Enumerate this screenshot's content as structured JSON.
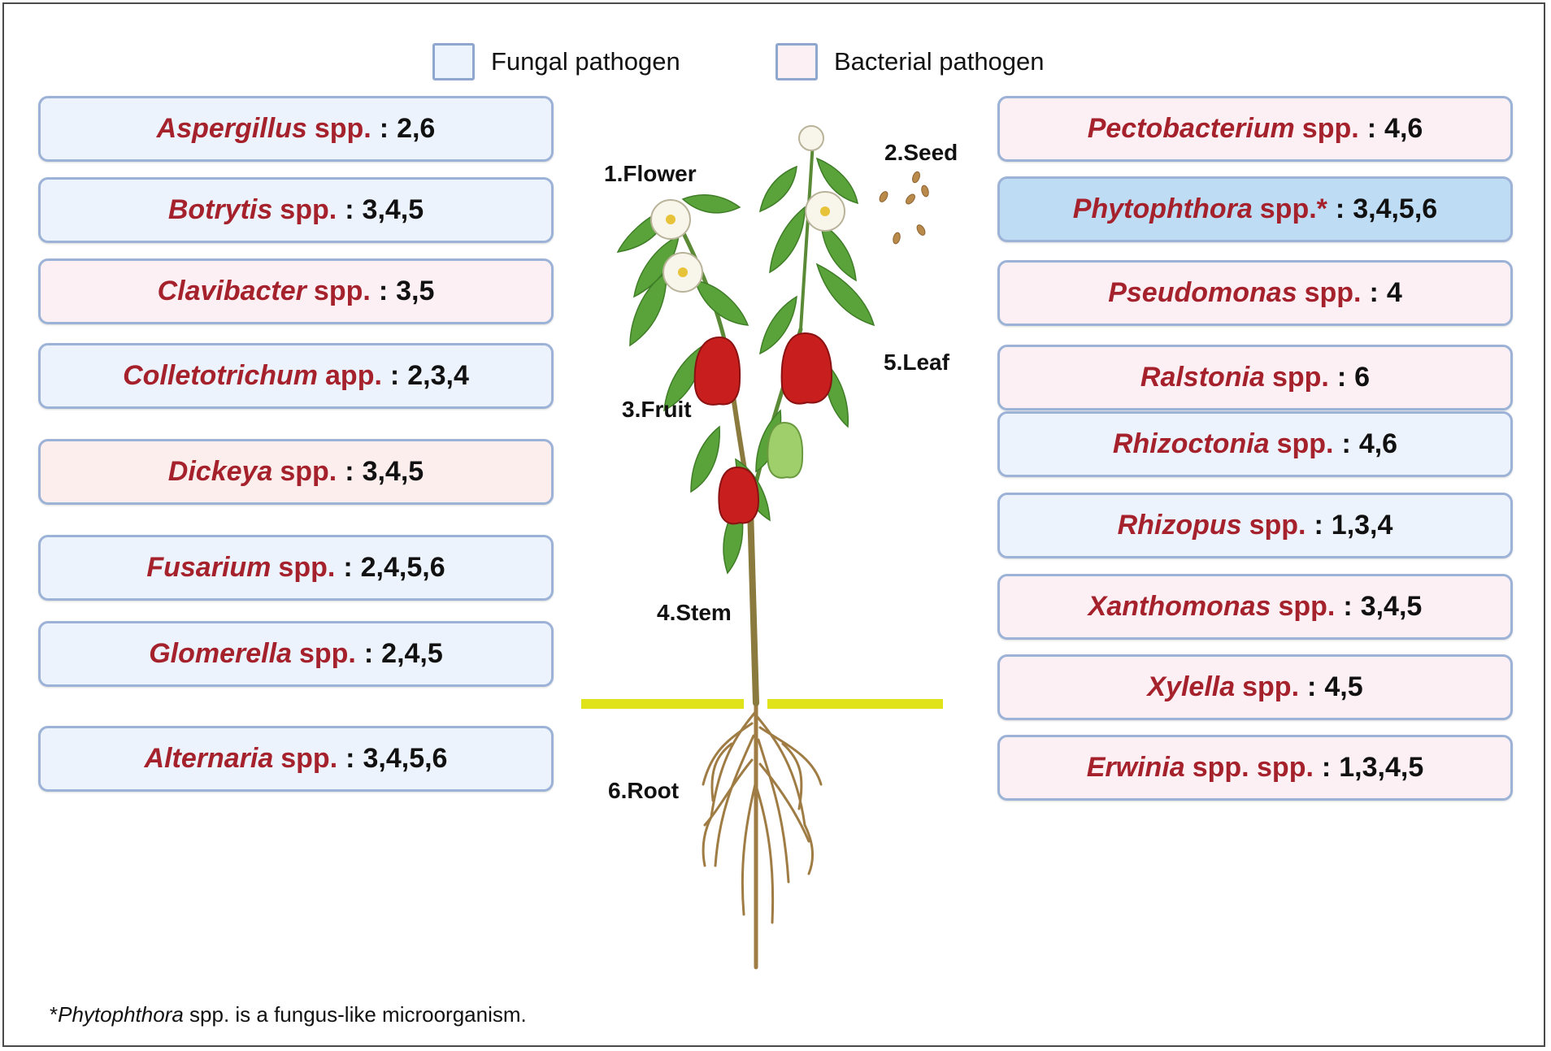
{
  "legend": {
    "fungal": {
      "label": "Fungal pathogen",
      "fill": "#edf3fd",
      "border": "#8fa6cf"
    },
    "bacterial": {
      "label": "Bacterial pathogen",
      "fill": "#fcf0f5",
      "border": "#8fa6cf"
    }
  },
  "left_cards": [
    {
      "genus": "Aspergillus",
      "suffix": "spp.",
      "sep": ":",
      "parts": "2,6",
      "type": "fungal"
    },
    {
      "genus": "Botrytis",
      "suffix": "spp.",
      "sep": ":",
      "parts": "3,4,5",
      "type": "fungal"
    },
    {
      "genus": "Clavibacter",
      "suffix": "spp.",
      "sep": ":",
      "parts": "3,5",
      "type": "bacterial"
    },
    {
      "genus": "Colletotrichum",
      "suffix": "app.",
      "sep": ":",
      "parts": "2,3,4",
      "type": "fungal"
    },
    {
      "genus": "Dickeya",
      "suffix": "spp.",
      "sep": ":",
      "parts": "3,4,5",
      "type": "peach"
    },
    {
      "genus": "Fusarium",
      "suffix": "spp.",
      "sep": ":",
      "parts": "2,4,5,6",
      "type": "fungal"
    },
    {
      "genus": "Glomerella",
      "suffix": "spp.",
      "sep": ":",
      "parts": "2,4,5",
      "type": "fungal"
    },
    {
      "genus": "Alternaria",
      "suffix": "spp.",
      "sep": ":",
      "parts": "3,4,5,6",
      "type": "fungal"
    }
  ],
  "right_cards": [
    {
      "genus": "Pectobacterium",
      "suffix": "spp.",
      "sep": ":",
      "parts": "4,6",
      "type": "bacterial"
    },
    {
      "genus": "Phytophthora",
      "suffix": "spp.*",
      "sep": ":",
      "parts": "3,4,5,6",
      "type": "highlight"
    },
    {
      "genus": "Pseudomonas",
      "suffix": "spp.",
      "sep": ":",
      "parts": "4",
      "type": "bacterial"
    },
    {
      "genus": "Ralstonia",
      "suffix": "spp.",
      "sep": ":",
      "parts": "6",
      "type": "bacterial"
    },
    {
      "genus": "Rhizoctonia",
      "suffix": "spp.",
      "sep": ":",
      "parts": "4,6",
      "type": "fungal"
    },
    {
      "genus": "Rhizopus",
      "suffix": "spp.",
      "sep": ":",
      "parts": "1,3,4",
      "type": "fungal"
    },
    {
      "genus": "Xanthomonas",
      "suffix": "spp.",
      "sep": ":",
      "parts": "3,4,5",
      "type": "bacterial"
    },
    {
      "genus": "Xylella",
      "suffix": "spp.",
      "sep": ":",
      "parts": "4,5",
      "type": "bacterial"
    },
    {
      "genus": "Erwinia",
      "suffix": "spp. spp.",
      "sep": ":",
      "parts": "1,3,4,5",
      "type": "bacterial"
    }
  ],
  "plant_labels": {
    "flower": "1.Flower",
    "seed": "2.Seed",
    "fruit": "3.Fruit",
    "stem": "4.Stem",
    "leaf": "5.Leaf",
    "root": "6.Root"
  },
  "footnote": {
    "prefix": "*",
    "genus": "Phytophthora",
    "rest": " spp. is a fungus-like microorganism."
  },
  "colors": {
    "genus": "#a5212b",
    "leaf": "#5aa23a",
    "pepper": "#c81e1e",
    "ground_line": "#e0e21a",
    "stem": "#8a6a2e"
  }
}
